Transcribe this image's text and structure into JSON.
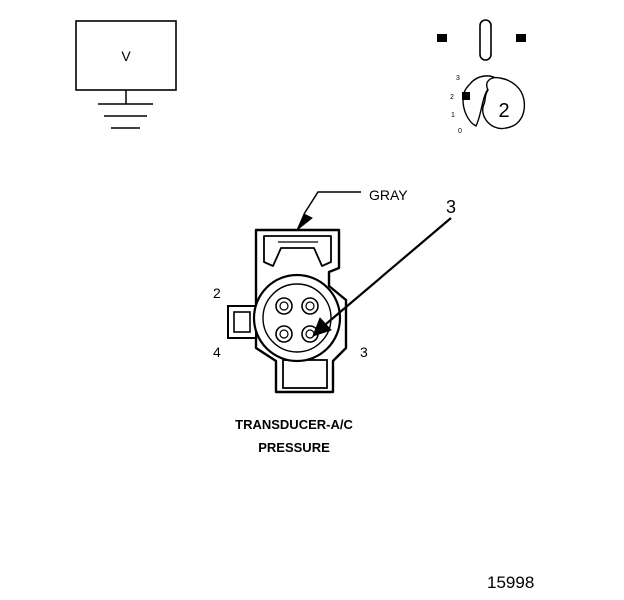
{
  "voltmeter": {
    "label": "V"
  },
  "meter_scale": {
    "ticks": [
      "3",
      "2",
      "1",
      "0"
    ],
    "selected_position": "2"
  },
  "connector": {
    "color_label": "GRAY",
    "probe_pin_label": "3",
    "cavity_labels": {
      "top_left": "2",
      "bottom_left": "4",
      "bottom_right": "3"
    },
    "name_line1": "TRANSDUCER-A/C",
    "name_line2": "PRESSURE"
  },
  "figure_number": "15998"
}
